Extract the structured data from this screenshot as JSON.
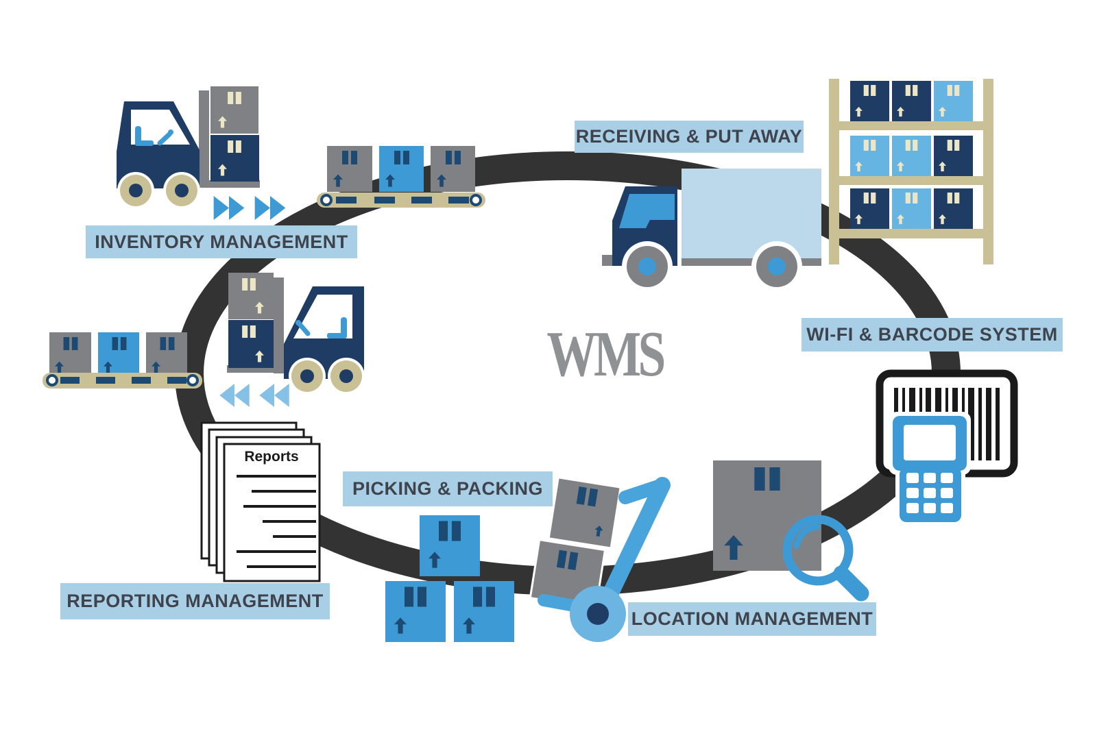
{
  "labels": {
    "inventory": "INVENTORY MANAGEMENT",
    "receiving": "RECEIVING & PUT AWAY",
    "wifi_barcode": "WI-FI & BARCODE SYSTEM",
    "location": "LOCATION MANAGEMENT",
    "picking_packing": "PICKING & PACKING",
    "reporting": "REPORTING MANAGEMENT"
  },
  "center": {
    "wms": "WMS"
  },
  "reports": {
    "title": "Reports"
  },
  "icons": [
    "forklift-icon",
    "conveyor-belt-icon",
    "cardboard-box-icon",
    "truck-icon",
    "storage-rack-icon",
    "barcode-icon",
    "handheld-scanner-icon",
    "magnifier-icon",
    "hand-truck-icon",
    "reports-stack-icon",
    "fast-forward-arrows-icon",
    "rewind-arrows-icon"
  ],
  "colors": {
    "ring": "#333333",
    "navy": "#1e3c64",
    "tabNavy": "#1d4a73",
    "blue": "#3d9ad4",
    "lightBlue": "#66b4e2",
    "paleBlue": "#bcd9ec",
    "labelBg": "#a9cfe6",
    "labelText": "#3e434c",
    "tan": "#c9c095",
    "cream": "#ece5c6",
    "gray": "#7f8184",
    "wmsGray": "#8f9295",
    "ink": "#1a1a1a",
    "dollyBlue": "#4aa4dc",
    "dollyWheel": "#6cb5e3",
    "arrowLight": "#85c0e6"
  }
}
